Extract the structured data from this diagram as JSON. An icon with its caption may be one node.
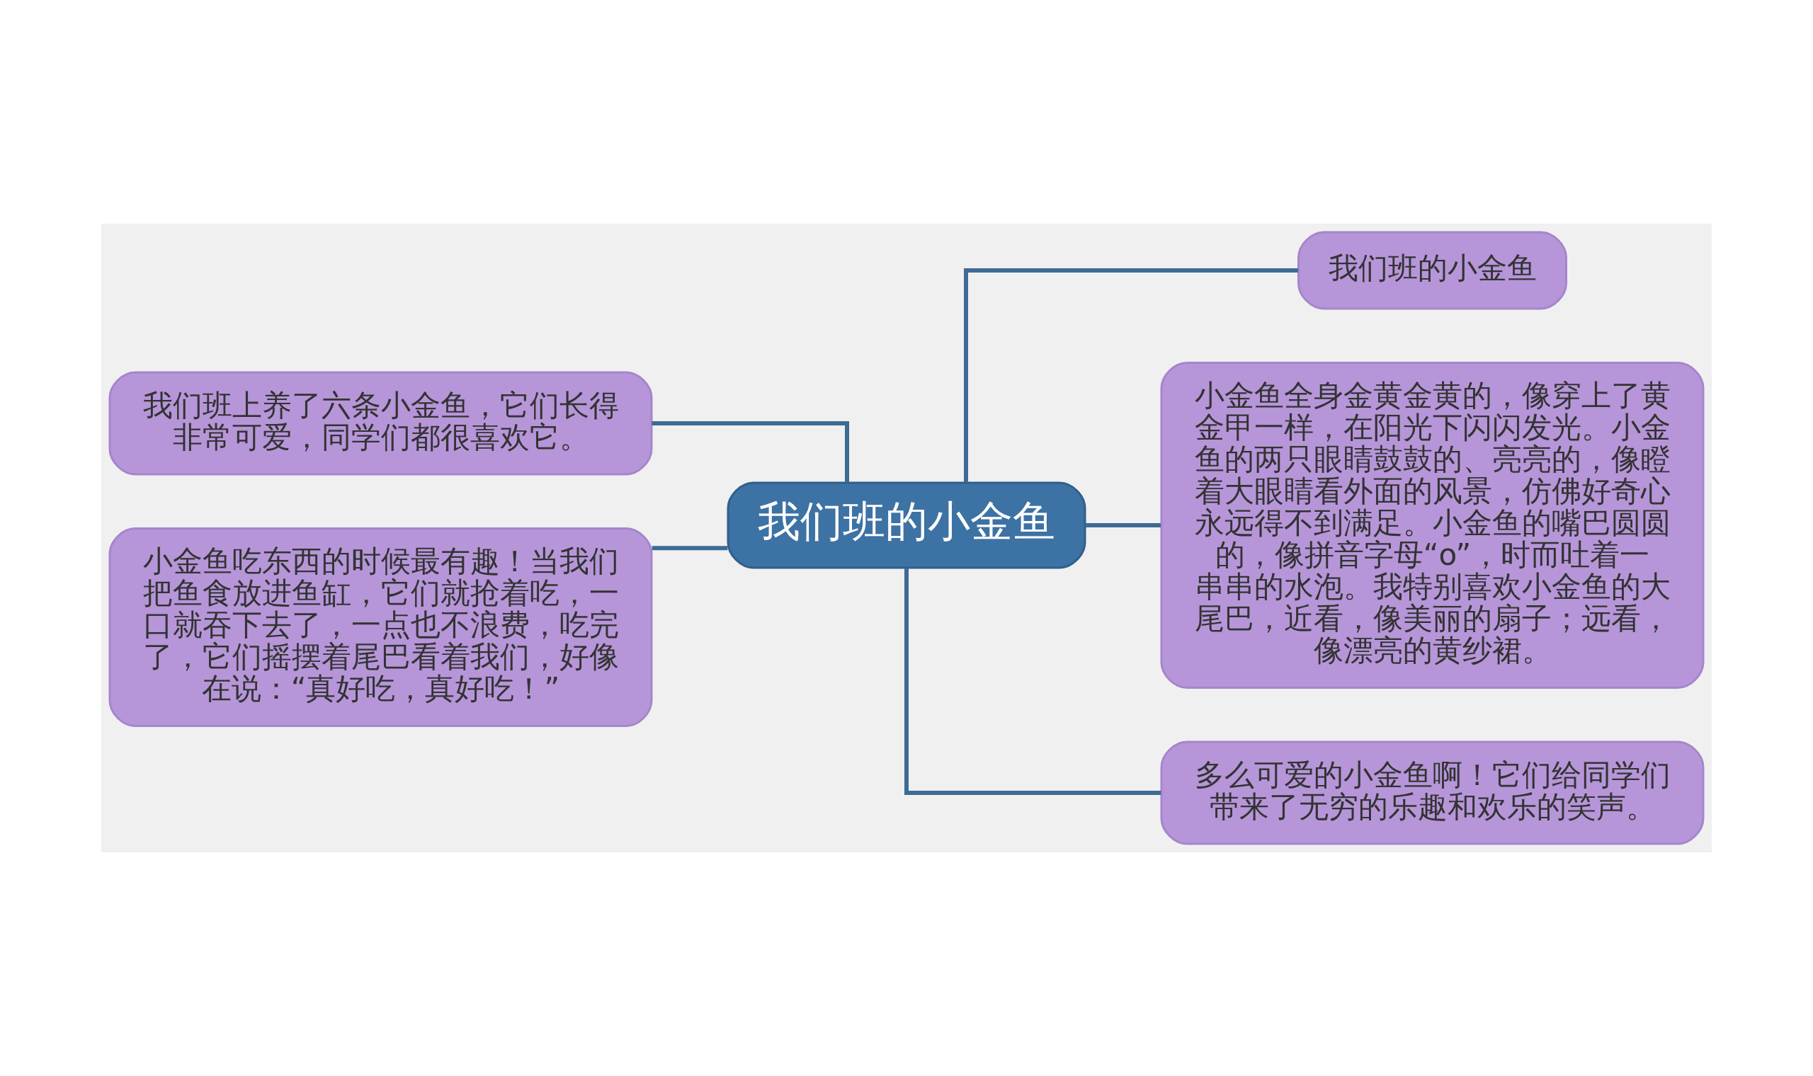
{
  "diagram": {
    "nodes": [
      {
        "text": [
          "我们班的小金鱼"
        ]
      },
      {
        "text": [
          "我们班上养了六条小金鱼，它们长得非常可爱，同学们都很喜欢它。"
        ]
      },
      {
        "text": [
          "小金鱼吃东西的时候最有趣！当我们把鱼食放进鱼缸，它们就抢着吃，一口就吞下去了，一点也不浪费，吃完了，它们摇摆着尾巴看着我们，好像在说：“真好吃，真好吃！”"
        ]
      },
      {
        "text": [
          "我们班的小金鱼"
        ]
      },
      {
        "text": [
          "小金鱼全身金黄金黄的，像穿上了黄金甲一样，在阳光下闪闪发光。小金鱼的两只眼睛鼓鼓的、亮亮的，像瞪着大眼睛看外面的风景，仿佛好奇心永远得不到满足。小金鱼的嘴巴圆圆的，像拼音字母“o”，时而吐着一串串的水泡。我特别喜欢小金鱼的大尾巴，近看，像美丽的扇子；远看，像漂亮的黄纱裙。"
        ]
      },
      {
        "text": [
          "多么可爱的小金鱼啊！它们给同学们带来了无穷的乐趣和欢乐的笑声。"
        ]
      }
    ],
    "edges": [
      {
        "from": 0,
        "to": 1,
        "arrow": "none"
      },
      {
        "from": 0,
        "to": 2,
        "arrow": "none"
      },
      {
        "from": 0,
        "to": 3,
        "arrow": "none"
      },
      {
        "from": 0,
        "to": 4,
        "arrow": "none"
      },
      {
        "from": 0,
        "to": 5,
        "arrow": "none"
      }
    ]
  }
}
